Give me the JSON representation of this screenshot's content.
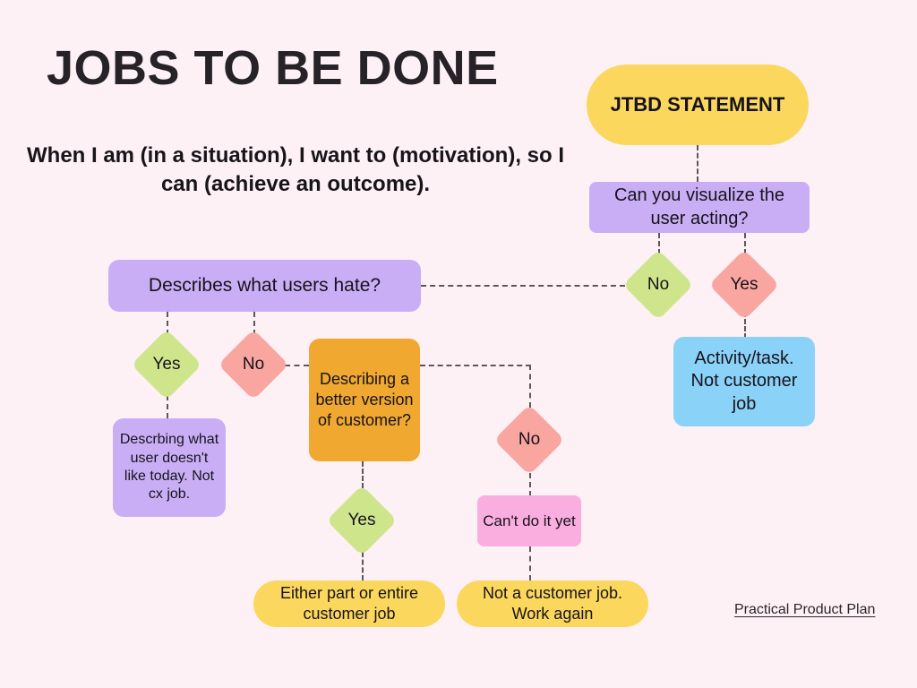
{
  "header": {
    "title": "JOBS TO BE DONE",
    "subtitle": "When I am (in a situation), I want to (motivation), so I can (achieve an outcome)."
  },
  "footer": {
    "credit": "Practical Product Plan"
  },
  "colors": {
    "background": "#FDF1F6",
    "yellow": "#FBD75E",
    "purple": "#C9AEF5",
    "blue": "#8BD2F8",
    "orange": "#F0A830",
    "pink": "#F9AEDF",
    "diamond_green": "#CFE58C",
    "diamond_red": "#F9A6A1",
    "connector": "#5D565C",
    "text": "#16131A"
  },
  "flowchart": {
    "nodes": {
      "jtbd_statement": "JTBD STATEMENT",
      "can_visualize": "Can you visualize the user acting?",
      "visualize_no": "No",
      "visualize_yes": "Yes",
      "activity_task": "Activity/task. Not customer job",
      "describes_hate": "Describes what users hate?",
      "hate_yes": "Yes",
      "hate_no": "No",
      "descrbing_dislike": "Descrbing what user doesn't like today. Not cx job.",
      "describing_better": "Describing a better version of customer?",
      "better_yes": "Yes",
      "better_no": "No",
      "cant_do_yet": "Can't do it yet",
      "either_part_entire": "Either part or entire customer job",
      "not_customer_job": "Not a customer job. Work again"
    }
  }
}
